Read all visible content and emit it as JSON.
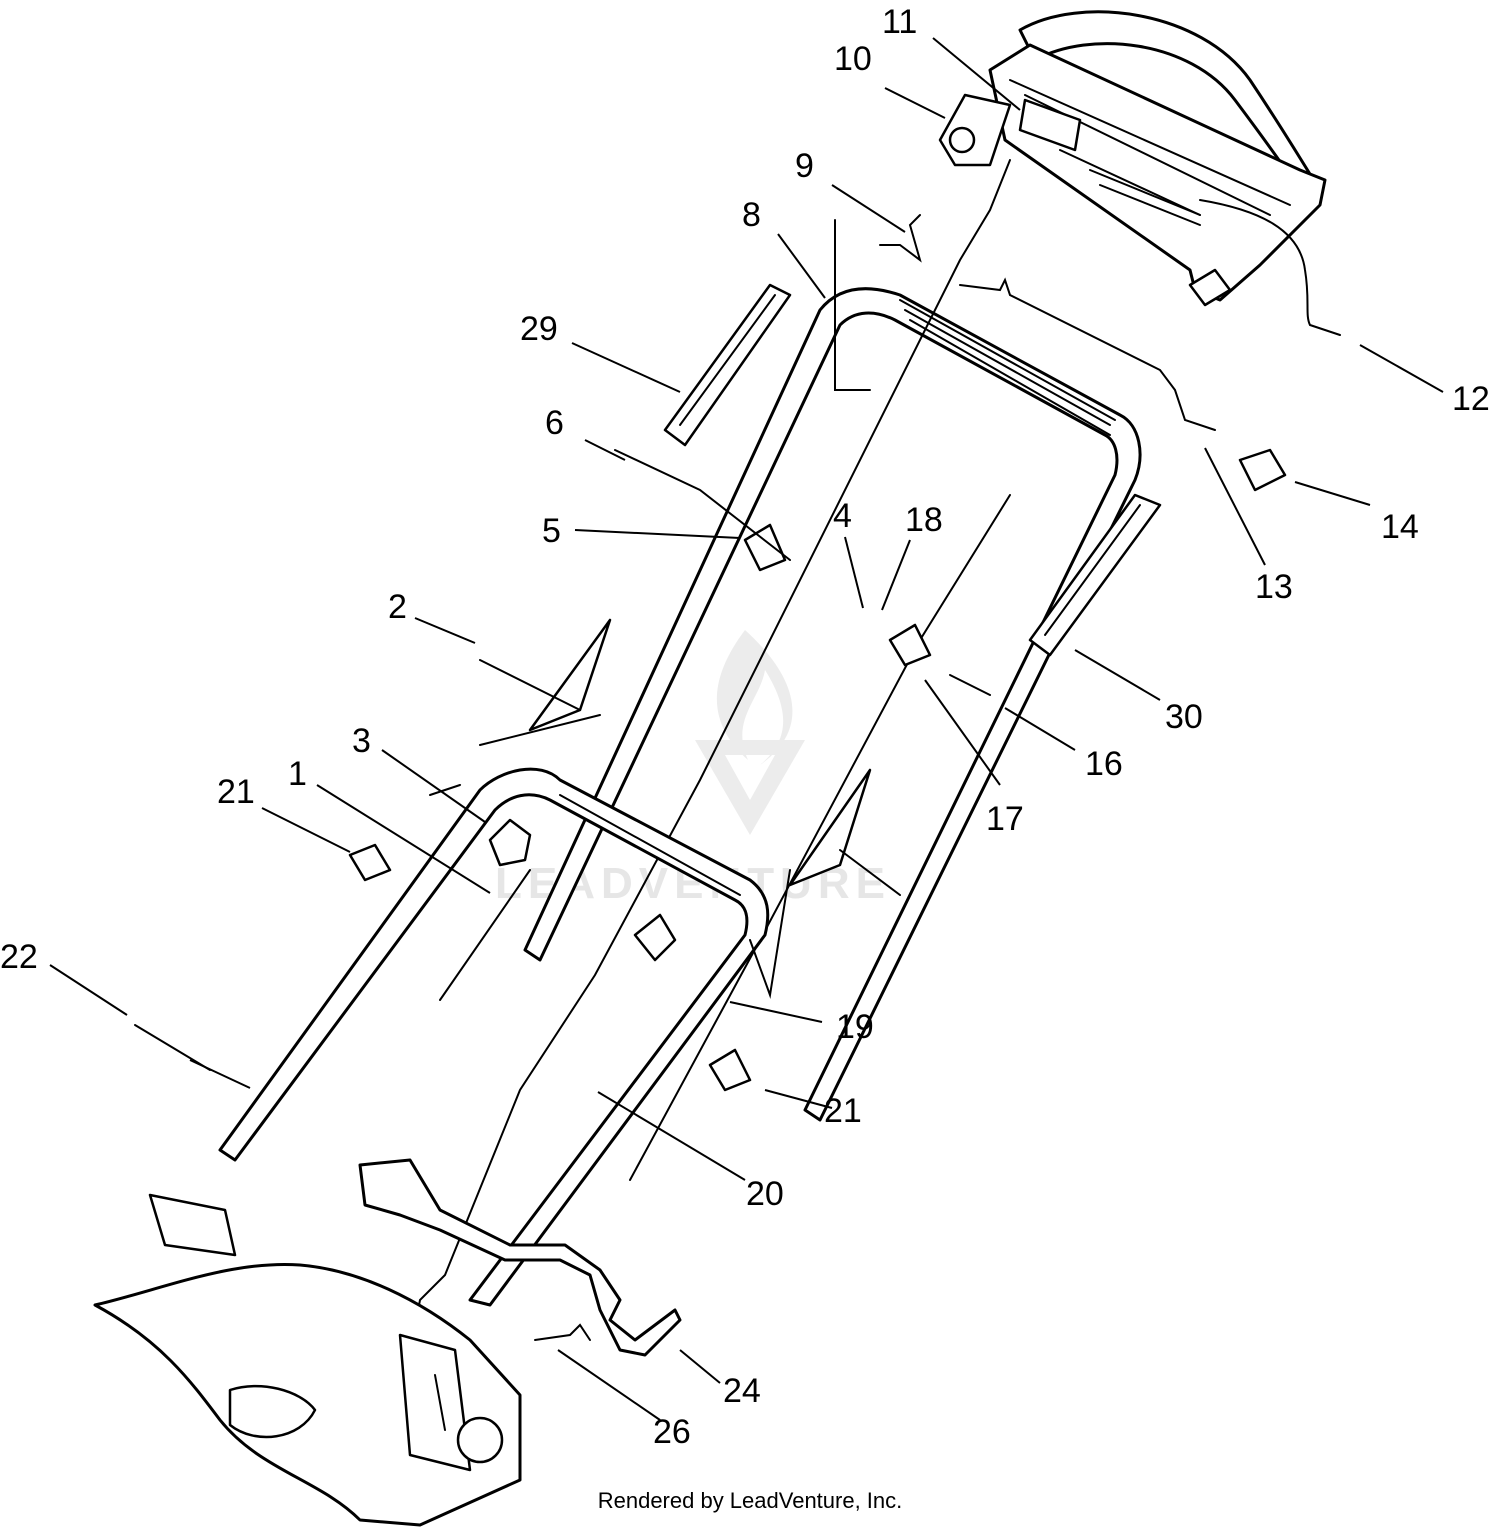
{
  "watermark": {
    "brand_text": "LEADVENTURE"
  },
  "footer": {
    "credit": "Rendered by LeadVenture, Inc."
  },
  "callouts": {
    "c1": "1",
    "c2": "2",
    "c3": "3",
    "c4": "4",
    "c5": "5",
    "c6": "6",
    "c8": "8",
    "c9": "9",
    "c10": "10",
    "c11": "11",
    "c12": "12",
    "c13": "13",
    "c14": "14",
    "c16": "16",
    "c17": "17",
    "c18": "18",
    "c19": "19",
    "c20": "20",
    "c21a": "21",
    "c21b": "21",
    "c22": "22",
    "c24": "24",
    "c26": "26",
    "c29": "29",
    "c30": "30"
  }
}
